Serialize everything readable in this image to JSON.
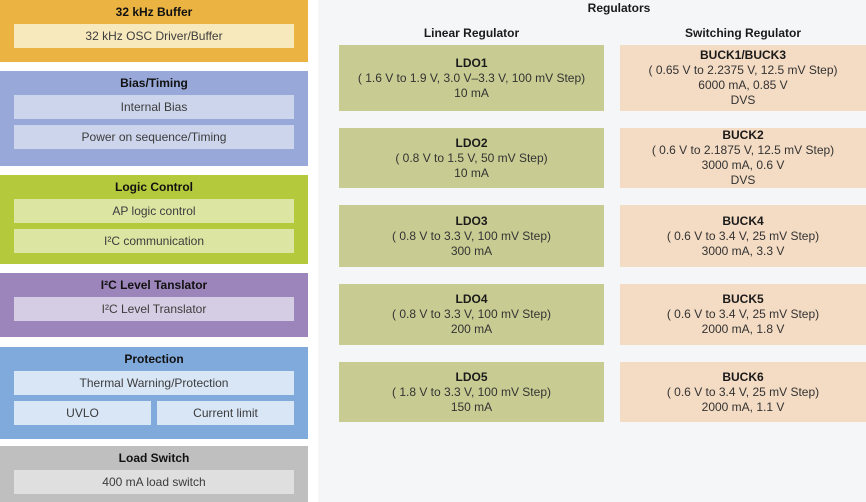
{
  "page": {
    "bg": "#ffffff",
    "panel_bg": "#f5f6f8"
  },
  "blocks": [
    {
      "title": "32 kHz Buffer",
      "bg": "#eab342",
      "cell_bg": "#f8e9bd",
      "rows": [
        [
          "32 kHz OSC Driver/Buffer"
        ]
      ]
    },
    {
      "title": "Bias/Timing",
      "bg": "#98a8d8",
      "cell_bg": "#cdd5ec",
      "rows": [
        [
          "Internal Bias"
        ],
        [
          "Power on sequence/Timing"
        ]
      ]
    },
    {
      "title": "Logic Control",
      "bg": "#b4c93c",
      "cell_bg": "#dde5a3",
      "rows": [
        [
          "AP logic control"
        ],
        [
          "I²C communication"
        ]
      ]
    },
    {
      "title": "I²C Level Tanslator",
      "bg": "#9c85ba",
      "cell_bg": "#d5cde3",
      "rows": [
        [
          "I²C Level Translator"
        ]
      ]
    },
    {
      "title": "Protection",
      "bg": "#80a9dc",
      "cell_bg": "#d8e6f6",
      "rows": [
        [
          "Thermal Warning/Protection"
        ],
        [
          "UVLO",
          "Current limit"
        ]
      ]
    },
    {
      "title": "Load Switch",
      "bg": "#bfbfbf",
      "cell_bg": "#dfdfdf",
      "rows": [
        [
          "400 mA load switch"
        ]
      ]
    }
  ],
  "regulators": {
    "title": "Regulators",
    "linear": {
      "header": "Linear Regulator",
      "box_bg": "#c9cc92",
      "boxes": [
        {
          "name": "LDO1",
          "range": "( 1.6 V to 1.9 V, 3.0 V–3.3 V, 100 mV Step)",
          "current": "10 mA"
        },
        {
          "name": "LDO2",
          "range": "( 0.8 V to 1.5 V, 50 mV Step)",
          "current": "10 mA"
        },
        {
          "name": "LDO3",
          "range": "( 0.8 V to 3.3 V, 100 mV Step)",
          "current": "300 mA"
        },
        {
          "name": "LDO4",
          "range": "( 0.8 V to 3.3 V, 100 mV Step)",
          "current": "200 mA"
        },
        {
          "name": "LDO5",
          "range": "( 1.8 V to 3.3 V, 100 mV Step)",
          "current": "150 mA"
        }
      ]
    },
    "switching": {
      "header": "Switching Regulator",
      "box_bg": "#f4dbc3",
      "boxes": [
        {
          "name": "BUCK1/BUCK3",
          "range": "( 0.65 V to 2.2375 V, 12.5 mV Step)",
          "current": "6000 mA, 0.85 V",
          "feature": "DVS"
        },
        {
          "name": "BUCK2",
          "range": "( 0.6 V to 2.1875 V, 12.5 mV Step)",
          "current": "3000 mA, 0.6 V",
          "feature": "DVS"
        },
        {
          "name": "BUCK4",
          "range": "( 0.6 V to 3.4 V, 25 mV Step)",
          "current": "3000 mA, 3.3 V"
        },
        {
          "name": "BUCK5",
          "range": "( 0.6 V to 3.4 V, 25 mV Step)",
          "current": "2000 mA, 1.8 V"
        },
        {
          "name": "BUCK6",
          "range": "( 0.6 V to 3.4 V, 25 mV Step)",
          "current": "2000 mA, 1.1 V"
        }
      ]
    }
  }
}
